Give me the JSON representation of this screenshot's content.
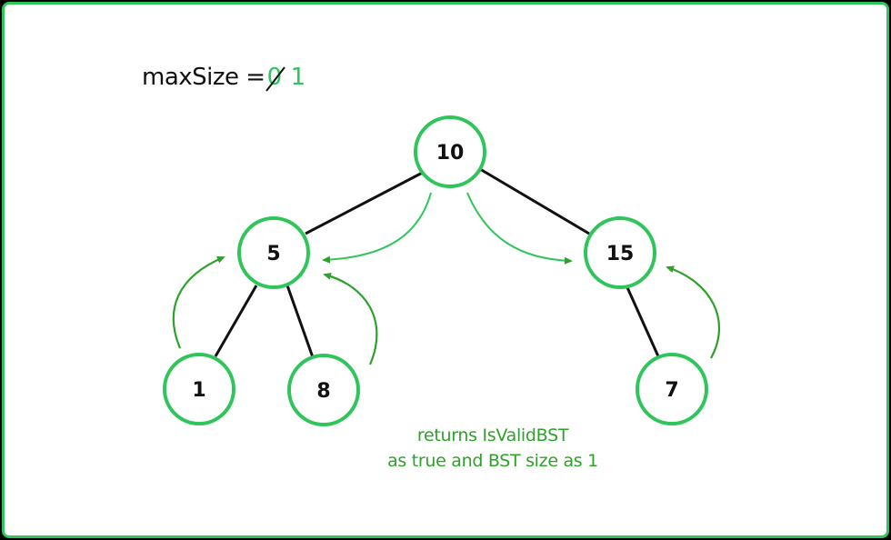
{
  "max_size": {
    "label": "maxSize =",
    "old_value": "0",
    "new_value": "1"
  },
  "tree": {
    "nodes": [
      {
        "id": "n10",
        "label": "10"
      },
      {
        "id": "n5",
        "label": "5"
      },
      {
        "id": "n15",
        "label": "15"
      },
      {
        "id": "n1",
        "label": "1"
      },
      {
        "id": "n8",
        "label": "8"
      },
      {
        "id": "n7",
        "label": "7"
      }
    ]
  },
  "caption": {
    "line1": "returns IsValidBST",
    "line2": "as true and BST size as 1"
  },
  "colors": {
    "node_stroke": "#2fc55a",
    "edge": "#111111",
    "arrow": "#2ea12a",
    "frame": "#2fc55a",
    "caption": "#2ea12a"
  }
}
